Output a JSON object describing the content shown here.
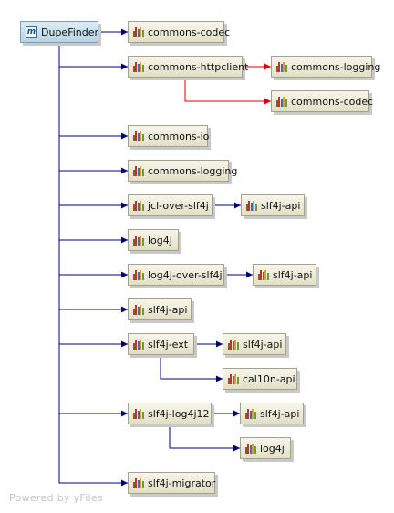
{
  "colors": {
    "direct": "#00007b",
    "conflict": "#e00000"
  },
  "nodes": {
    "root": {
      "label": "DupeFinder",
      "icon": "maven-icon"
    },
    "commons_codec": {
      "label": "commons-codec",
      "icon": "jar-icon"
    },
    "commons_httpclient": {
      "label": "commons-httpclient",
      "icon": "jar-icon"
    },
    "httpclient_commons_logging": {
      "label": "commons-logging",
      "icon": "jar-icon"
    },
    "httpclient_commons_codec": {
      "label": "commons-codec",
      "icon": "jar-icon"
    },
    "commons_io": {
      "label": "commons-io",
      "icon": "jar-icon"
    },
    "commons_logging": {
      "label": "commons-logging",
      "icon": "jar-icon"
    },
    "jcl_over_slf4j": {
      "label": "jcl-over-slf4j",
      "icon": "jar-icon"
    },
    "jcl_slf4j_api": {
      "label": "slf4j-api",
      "icon": "jar-icon"
    },
    "log4j": {
      "label": "log4j",
      "icon": "jar-icon"
    },
    "log4j_over_slf4j": {
      "label": "log4j-over-slf4j",
      "icon": "jar-icon"
    },
    "log4jover_slf4j_api": {
      "label": "slf4j-api",
      "icon": "jar-icon"
    },
    "slf4j_api": {
      "label": "slf4j-api",
      "icon": "jar-icon"
    },
    "slf4j_ext": {
      "label": "slf4j-ext",
      "icon": "jar-icon"
    },
    "ext_slf4j_api": {
      "label": "slf4j-api",
      "icon": "jar-icon"
    },
    "ext_cal10n_api": {
      "label": "cal10n-api",
      "icon": "jar-icon"
    },
    "slf4j_log4j12": {
      "label": "slf4j-log4j12",
      "icon": "jar-icon"
    },
    "log4j12_slf4j_api": {
      "label": "slf4j-api",
      "icon": "jar-icon"
    },
    "log4j12_log4j": {
      "label": "log4j",
      "icon": "jar-icon"
    },
    "slf4j_migrator": {
      "label": "slf4j-migrator",
      "icon": "jar-icon"
    }
  },
  "edges": [
    {
      "from": "root",
      "to": "commons_codec",
      "kind": "direct"
    },
    {
      "from": "root",
      "to": "commons_httpclient",
      "kind": "direct"
    },
    {
      "from": "commons_httpclient",
      "to": "httpclient_commons_logging",
      "kind": "conflict"
    },
    {
      "from": "commons_httpclient",
      "to": "httpclient_commons_codec",
      "kind": "conflict"
    },
    {
      "from": "root",
      "to": "commons_io",
      "kind": "direct"
    },
    {
      "from": "root",
      "to": "commons_logging",
      "kind": "direct"
    },
    {
      "from": "root",
      "to": "jcl_over_slf4j",
      "kind": "direct"
    },
    {
      "from": "jcl_over_slf4j",
      "to": "jcl_slf4j_api",
      "kind": "direct"
    },
    {
      "from": "root",
      "to": "log4j",
      "kind": "direct"
    },
    {
      "from": "root",
      "to": "log4j_over_slf4j",
      "kind": "direct"
    },
    {
      "from": "log4j_over_slf4j",
      "to": "log4jover_slf4j_api",
      "kind": "direct"
    },
    {
      "from": "root",
      "to": "slf4j_api",
      "kind": "direct"
    },
    {
      "from": "root",
      "to": "slf4j_ext",
      "kind": "direct"
    },
    {
      "from": "slf4j_ext",
      "to": "ext_slf4j_api",
      "kind": "direct"
    },
    {
      "from": "slf4j_ext",
      "to": "ext_cal10n_api",
      "kind": "direct"
    },
    {
      "from": "root",
      "to": "slf4j_log4j12",
      "kind": "direct"
    },
    {
      "from": "slf4j_log4j12",
      "to": "log4j12_slf4j_api",
      "kind": "direct"
    },
    {
      "from": "slf4j_log4j12",
      "to": "log4j12_log4j",
      "kind": "direct"
    },
    {
      "from": "root",
      "to": "slf4j_migrator",
      "kind": "direct"
    }
  ],
  "footer": "Powered by yFiles"
}
